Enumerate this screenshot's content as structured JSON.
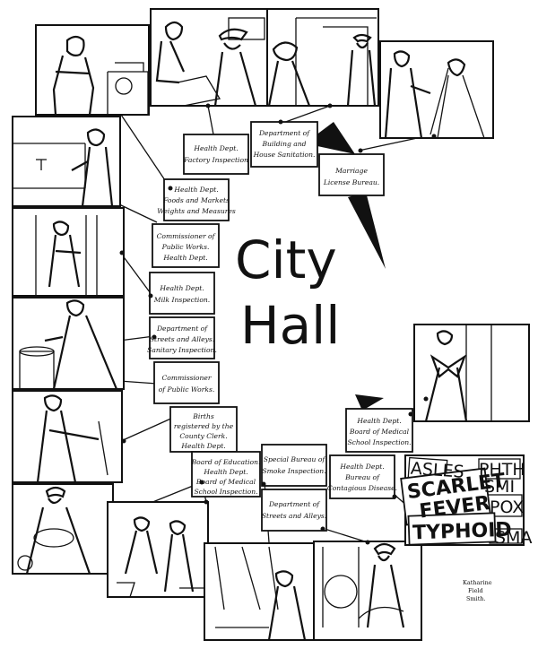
{
  "title": {
    "line1": "City",
    "line2": "Hall"
  },
  "departments": [
    {
      "id": "factory",
      "lines": [
        "Health Dept.",
        "Factory Inspection"
      ]
    },
    {
      "id": "building",
      "lines": [
        "Department of",
        "Building and",
        "House Sanitation."
      ]
    },
    {
      "id": "marriage",
      "lines": [
        "Marriage",
        "License Bureau."
      ]
    },
    {
      "id": "foods",
      "lines": [
        "Health Dept.",
        "Foods and Markets",
        "Weights and Measures"
      ]
    },
    {
      "id": "public-works-health",
      "lines": [
        "Commissioner of",
        "Public Works.",
        "Health Dept."
      ]
    },
    {
      "id": "milk",
      "lines": [
        "Health Dept.",
        "Milk Inspection."
      ]
    },
    {
      "id": "streets-sanitary",
      "lines": [
        "Department of",
        "Streets and Alleys.",
        "Sanitary Inspection."
      ]
    },
    {
      "id": "public-works",
      "lines": [
        "Commissioner",
        "of Public Works."
      ]
    },
    {
      "id": "births",
      "lines": [
        "Births",
        "registered by the",
        "County Clerk.",
        "Health Dept."
      ]
    },
    {
      "id": "school-medical",
      "lines": [
        "Health Dept.",
        "Board of Medical",
        "School Inspection."
      ]
    },
    {
      "id": "education",
      "lines": [
        "Board of Education.",
        "Health Dept.",
        "Board of Medical",
        "School Inspection."
      ]
    },
    {
      "id": "smoke",
      "lines": [
        "Special Bureau of",
        "Smoke Inspection."
      ]
    },
    {
      "id": "contagious",
      "lines": [
        "Health Dept.",
        "Bureau of",
        "Contagious Disease."
      ]
    },
    {
      "id": "streets",
      "lines": [
        "Department of",
        "Streets and Alleys."
      ]
    }
  ],
  "signs": {
    "scarlet": "SCARLET",
    "fever": "FEVER",
    "typhoid": "TYPHOID",
    "bg1": "ASLES",
    "bg2": "PHTH",
    "bg3": "POX",
    "bg4": "SMA",
    "bg5": "SMI"
  },
  "signature": [
    "Katharine",
    "Field",
    "Smith."
  ]
}
